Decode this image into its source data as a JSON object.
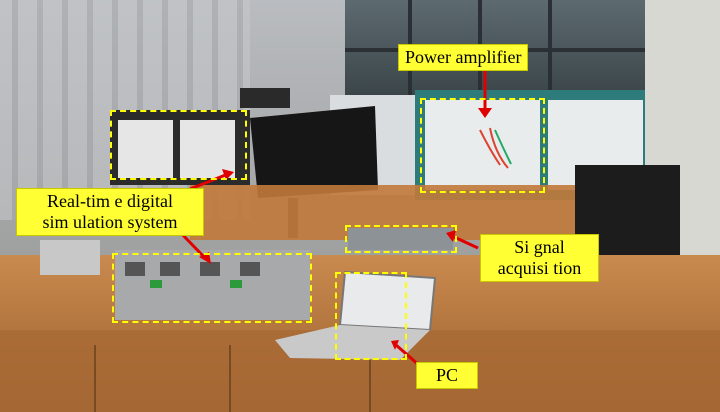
{
  "labels": {
    "power_amplifier": "Power amplifier",
    "rtds_line1": "Real-tim e digital",
    "rtds_line2": "sim ulation system",
    "signal_line1": "Si gnal",
    "signal_line2": "acquisi tion",
    "pc": "PC"
  },
  "colors": {
    "label_bg": "#ffff33",
    "dash_box": "#ffff00",
    "arrow": "#e00000"
  }
}
